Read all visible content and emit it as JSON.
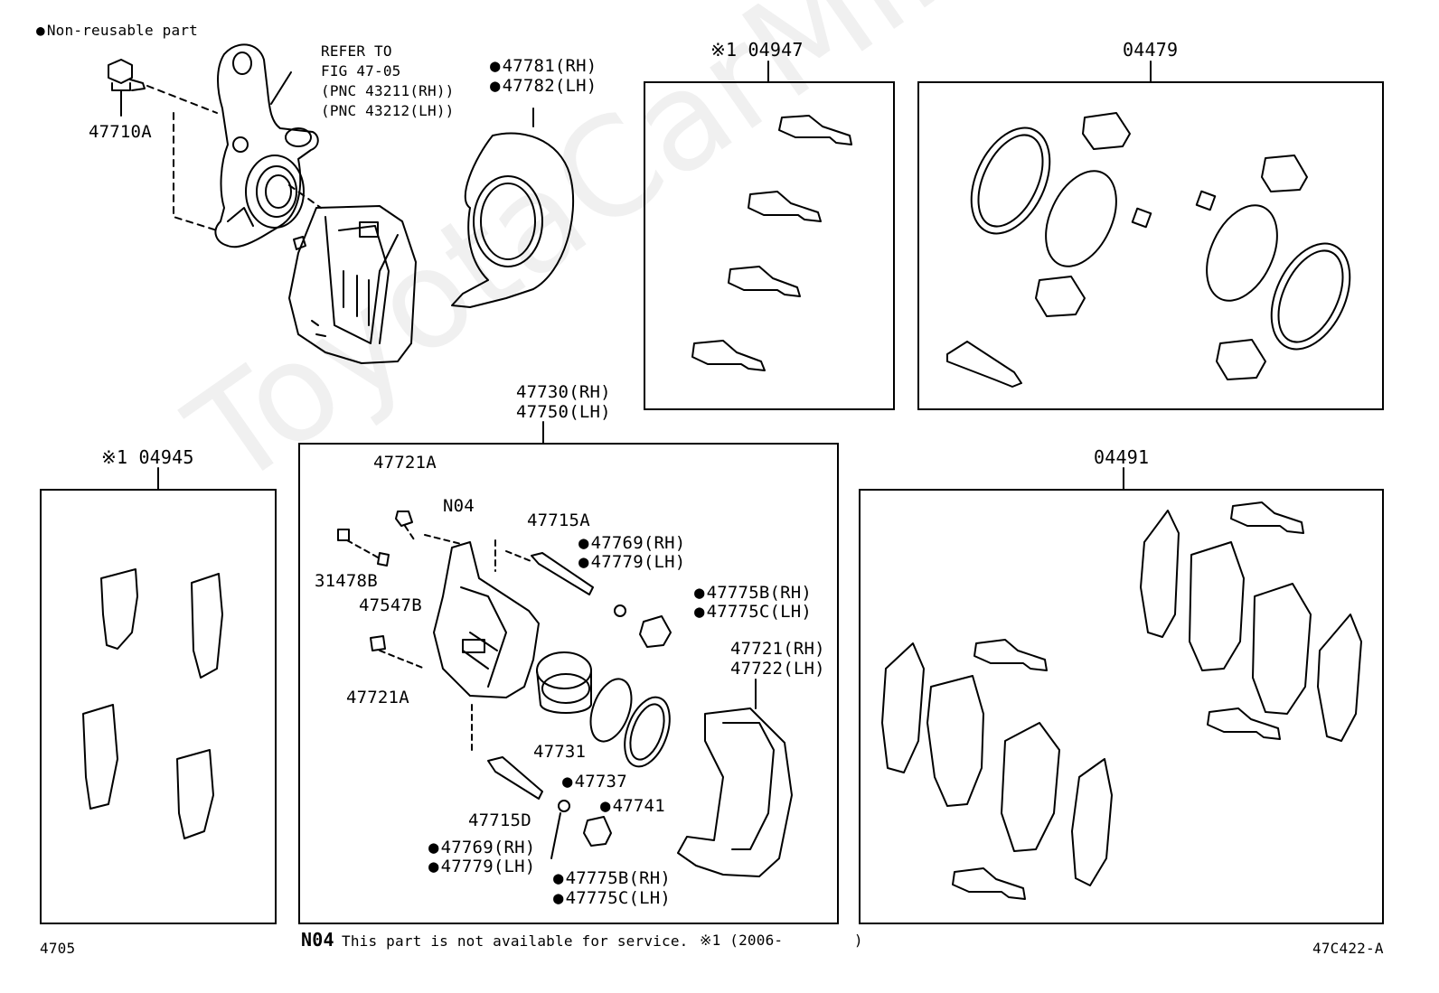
{
  "legend": {
    "non_reusable": "Non-reusable part"
  },
  "watermark": "ToyotaCarMine.ru",
  "knuckle_note": {
    "line1": "REFER TO",
    "line2": "FIG 47-05",
    "line3": "(PNC 43211(RH))",
    "line4": "(PNC 43212(LH))"
  },
  "parts": {
    "p47710A": "47710A",
    "p47781": "47781(RH)",
    "p47782": "47782(LH)",
    "p47730": "47730(RH)",
    "p47750": "47750(LH)",
    "p47721A_top": "47721A",
    "pN04": "N04",
    "p47715A": "47715A",
    "p47769_top": "47769(RH)",
    "p47779_top": "47779(LH)",
    "p31478B": "31478B",
    "p47547B": "47547B",
    "p47775B_top": "47775B(RH)",
    "p47775C_top": "47775C(LH)",
    "p47721": "47721(RH)",
    "p47722": "47722(LH)",
    "p47721A_bot": "47721A",
    "p47731": "47731",
    "p47737": "47737",
    "p47741": "47741",
    "p47715D": "47715D",
    "p47769_bot": "47769(RH)",
    "p47779_bot": "47779(LH)",
    "p47775B_bot": "47775B(RH)",
    "p47775C_bot": "47775C(LH)"
  },
  "kits": {
    "k04947": "※1 04947",
    "k04479": "04479",
    "k04945": "※1 04945",
    "k04491": "04491"
  },
  "footer": {
    "page_code": "4705",
    "n04_code": "N04",
    "n04_note": "This part is not available for service.",
    "year_note": "※1 (2006-        )",
    "figure_id": "47C422-A"
  }
}
